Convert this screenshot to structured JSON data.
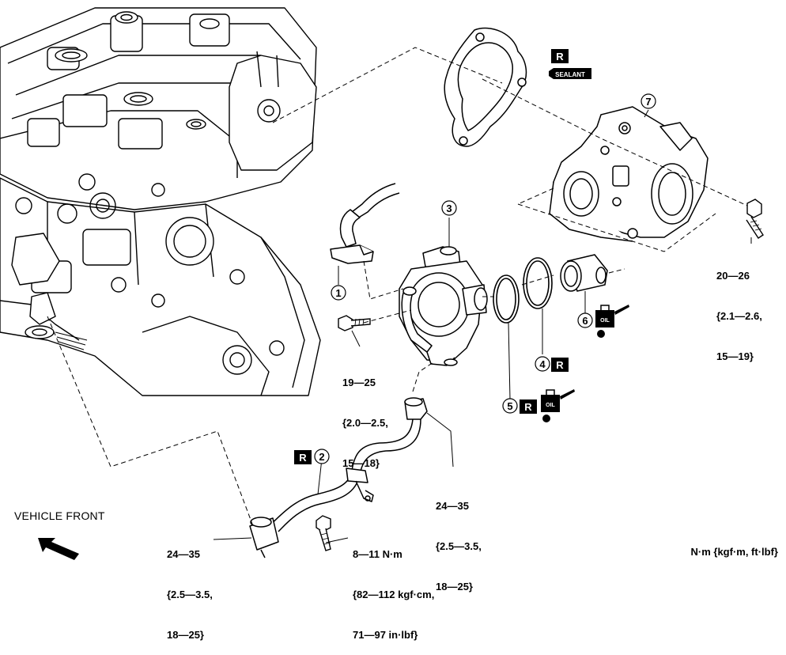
{
  "callouts": [
    {
      "num": "1"
    },
    {
      "num": "2"
    },
    {
      "num": "3"
    },
    {
      "num": "4"
    },
    {
      "num": "5"
    },
    {
      "num": "6"
    },
    {
      "num": "7"
    }
  ],
  "badges": {
    "replace": "R",
    "sealant": "SEALANT",
    "oil": "OIL"
  },
  "torques": {
    "pump_bolt": [
      "19—25",
      "{2.0—2.5,",
      "15—18}"
    ],
    "housing_bolt": [
      "20—26",
      "{2.1—2.6,",
      "15—19}"
    ],
    "pipe_upper": [
      "24—35",
      "{2.5—3.5,",
      "18—25}"
    ],
    "pipe_lower": [
      "24—35",
      "{2.5—3.5,",
      "18—25}"
    ],
    "clamp_bolt": [
      "8—11 N·m",
      "{82—112 kgf·cm,",
      "71—97 in·lbf}"
    ]
  },
  "vehicle_front": "VEHICLE FRONT",
  "unit_note": "N·m {kgf·m, ft·lbf}",
  "colors": {
    "line": "#000000",
    "badge_bg": "#000000",
    "badge_fg": "#ffffff"
  }
}
